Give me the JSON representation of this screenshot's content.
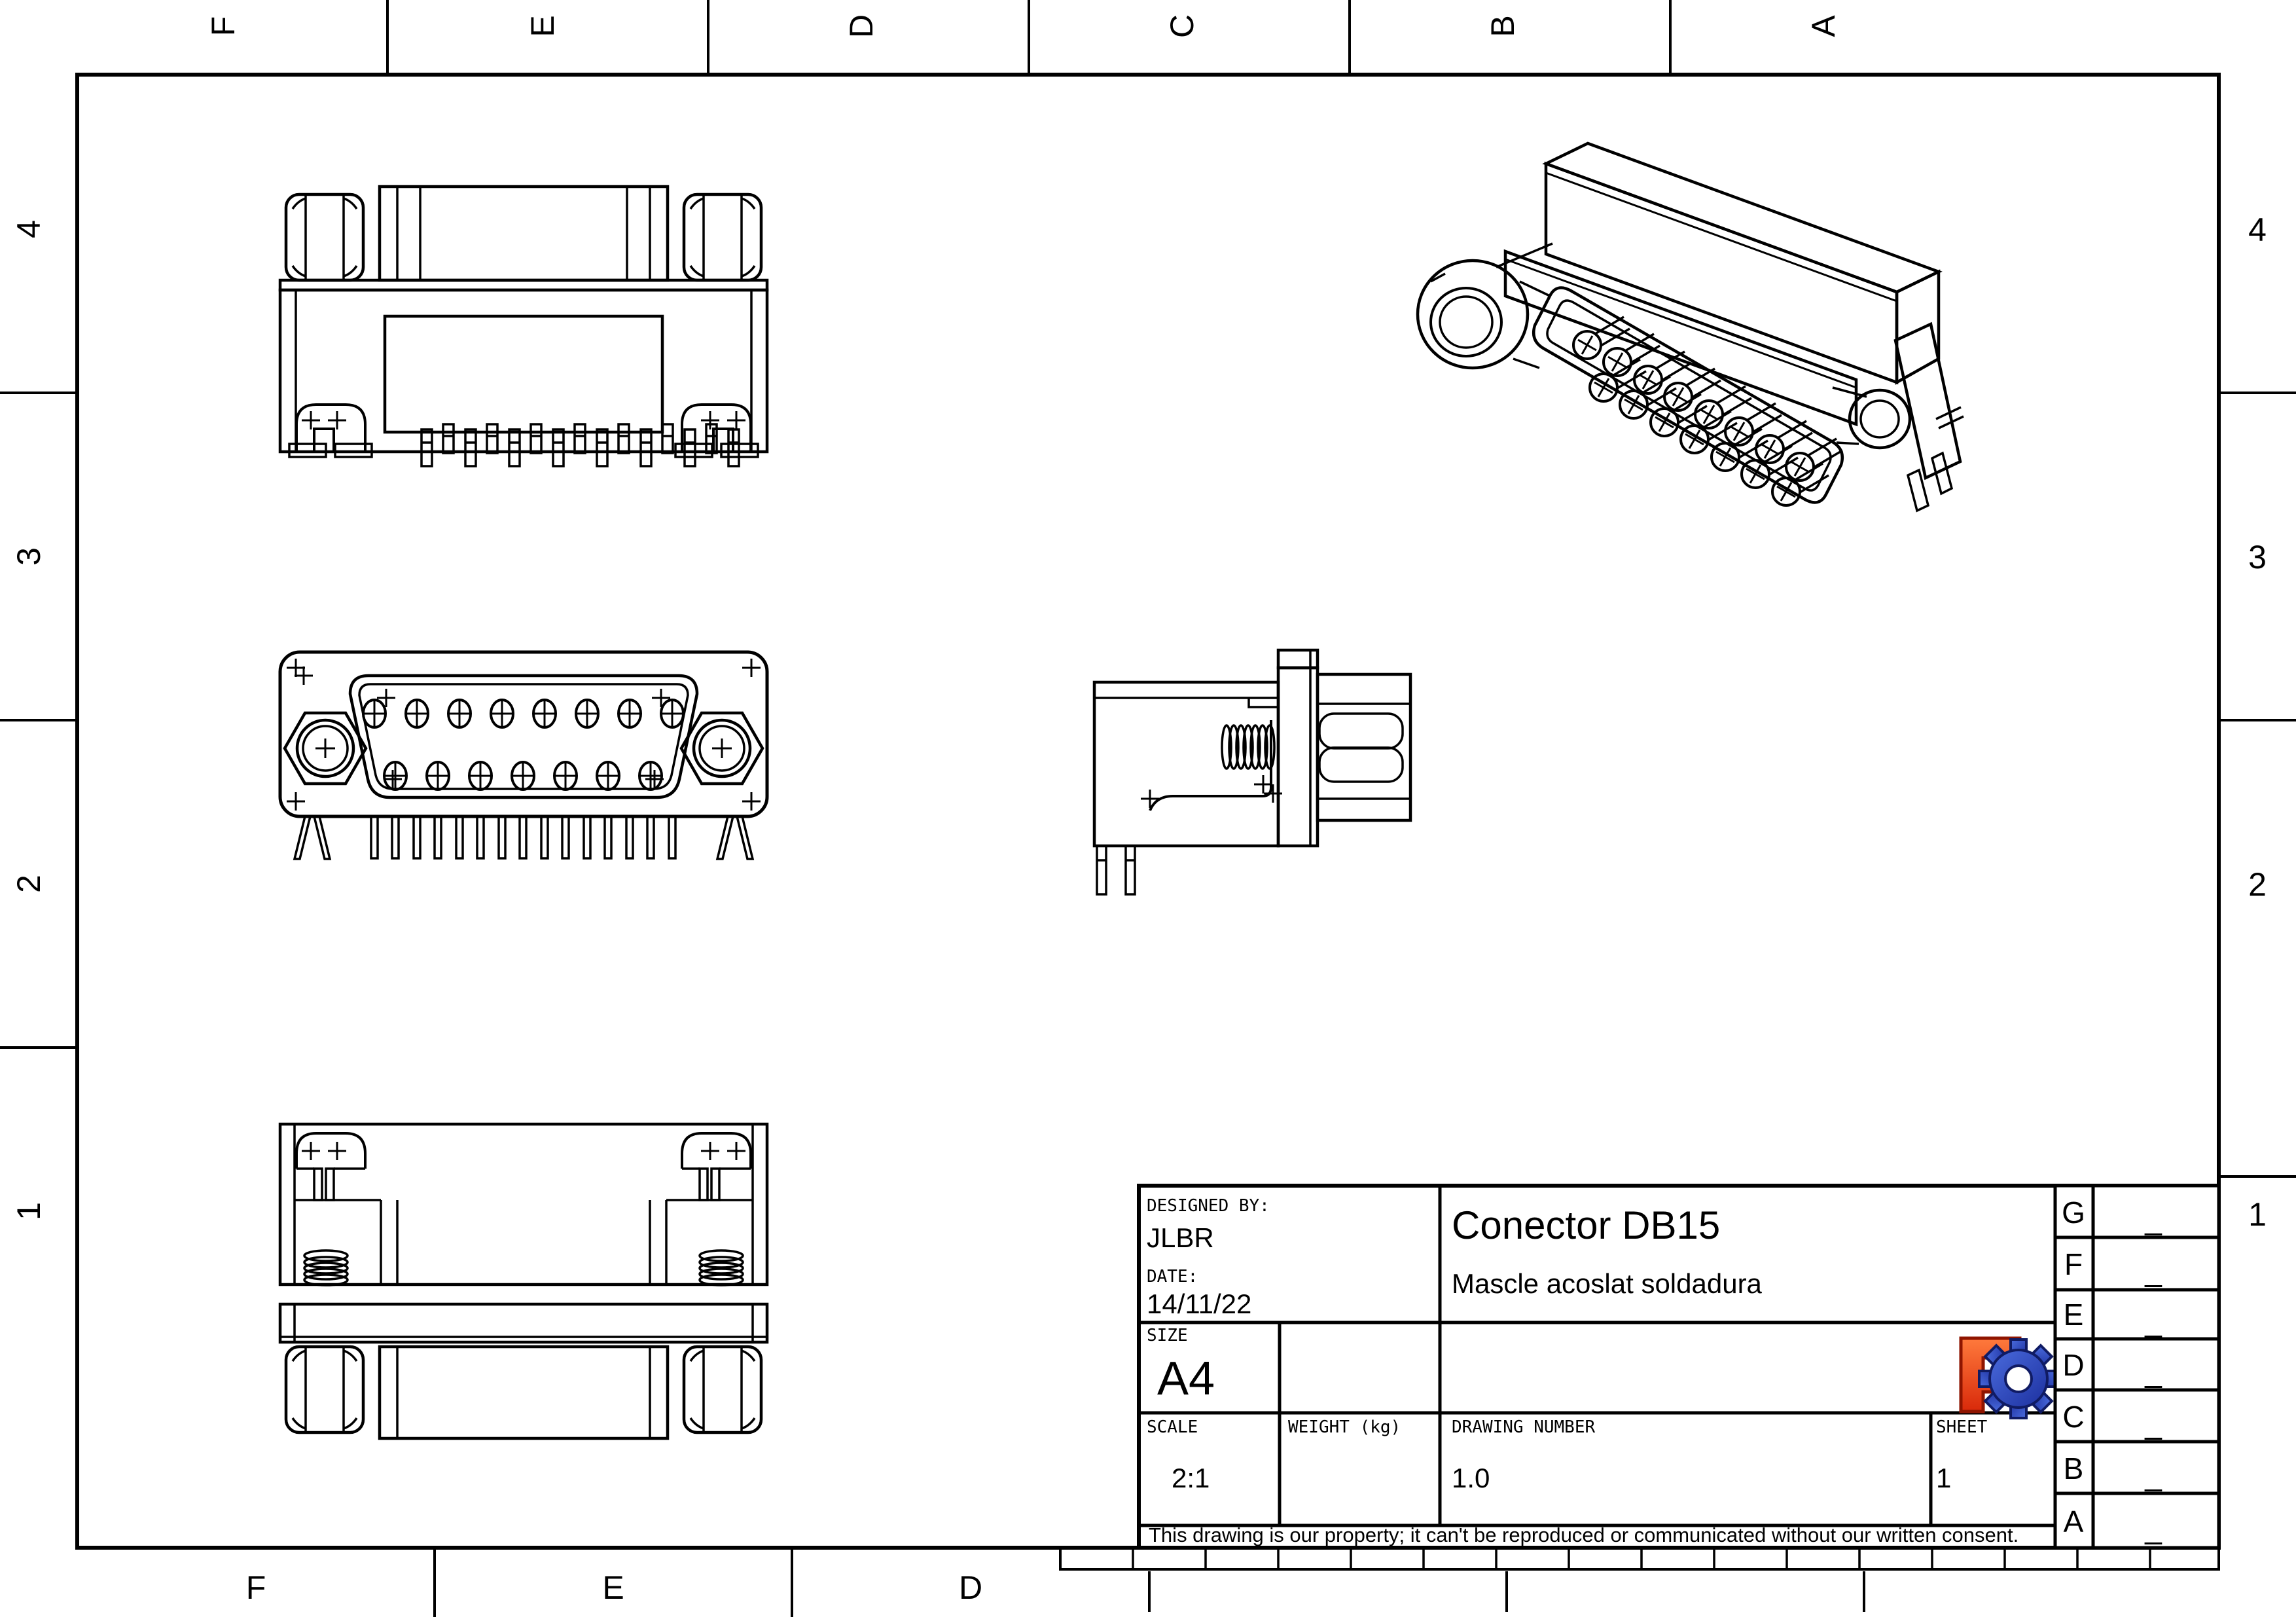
{
  "border": {
    "top_letters": [
      "F",
      "E",
      "D",
      "C",
      "B",
      "A"
    ],
    "bottom_letters": [
      "F",
      "E",
      "D"
    ],
    "left_numbers": [
      "4",
      "3",
      "2",
      "1"
    ],
    "right_numbers": [
      "4",
      "3",
      "2",
      "1"
    ]
  },
  "title_block": {
    "designed_by_label": "DESIGNED BY:",
    "designed_by": "JLBR",
    "date_label": "DATE:",
    "date": "14/11/22",
    "title": "Conector DB15",
    "subtitle": "Mascle acoslat soldadura",
    "size_label": "SIZE",
    "size": "A4",
    "scale_label": "SCALE",
    "scale": "2:1",
    "weight_label": "WEIGHT (kg)",
    "weight": "",
    "drawing_number_label": "DRAWING NUMBER",
    "drawing_number": "1.0",
    "sheet_label": "SHEET",
    "sheet_number": "1",
    "disclaimer": "This drawing is our property; it can't be reproduced or communicated without our written consent."
  },
  "revision_table": {
    "rows": [
      {
        "zone": "G",
        "revision": "_"
      },
      {
        "zone": "F",
        "revision": "_"
      },
      {
        "zone": "E",
        "revision": "_"
      },
      {
        "zone": "D",
        "revision": "_"
      },
      {
        "zone": "C",
        "revision": "_"
      },
      {
        "zone": "B",
        "revision": "_"
      },
      {
        "zone": "A",
        "revision": "_"
      }
    ]
  },
  "logo": {
    "name": "freecad-logo",
    "f_color_light": "#ff7a3c",
    "f_color": "#d8290a",
    "gear_color_light": "#4a6bdd",
    "gear_color": "#1c2f9e"
  }
}
